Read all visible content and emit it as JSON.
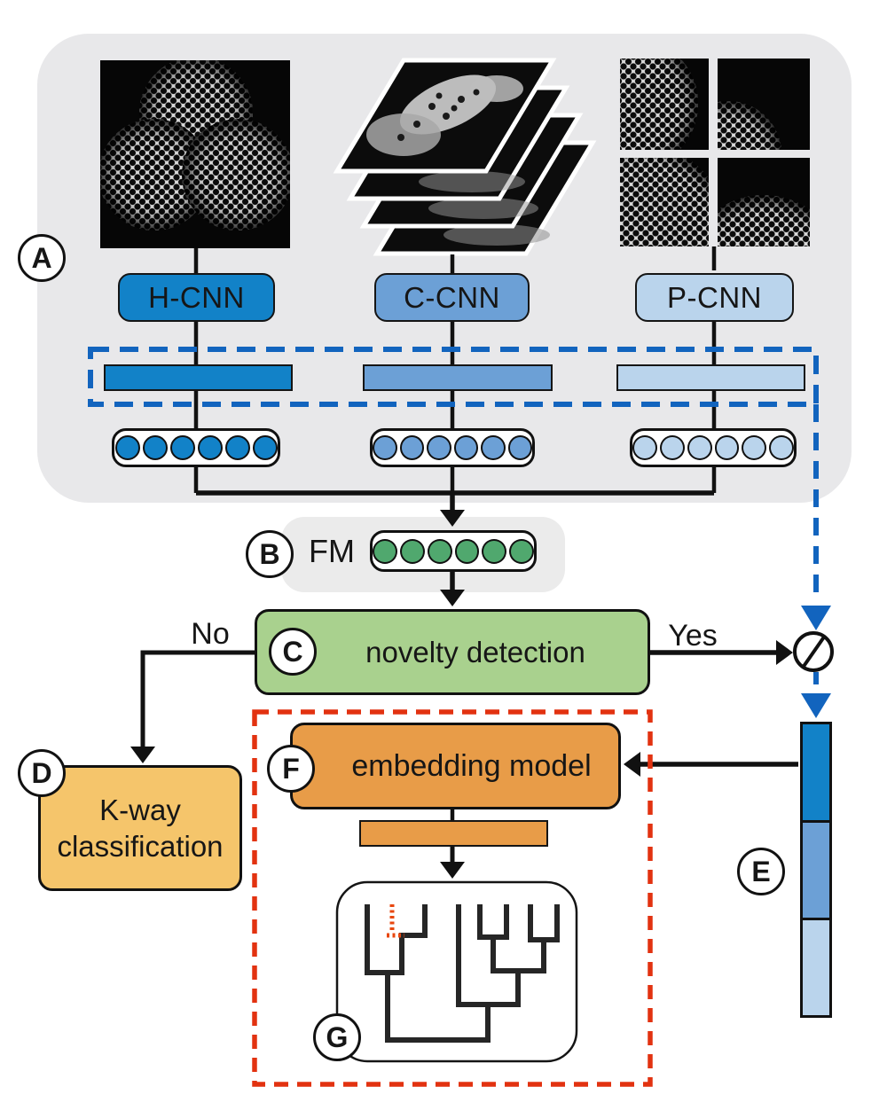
{
  "diagram": {
    "module_labels": {
      "a": "A",
      "b": "B",
      "c": "C",
      "d": "D",
      "e": "E",
      "f": "F",
      "g": "G"
    },
    "branches": [
      {
        "name": "hologram",
        "cnn_label": "H-CNN",
        "color": "#1282c8",
        "feature_dots": 6
      },
      {
        "name": "cross-sections",
        "cnn_label": "C-CNN",
        "color": "#6ca0d6",
        "feature_dots": 6
      },
      {
        "name": "patches",
        "cnn_label": "P-CNN",
        "color": "#bad4ec",
        "feature_dots": 6
      }
    ],
    "fusion": {
      "label": "FM",
      "dots": 6,
      "dot_color": "#50a86e"
    },
    "novelty": {
      "text": "novelty detection",
      "no_label": "No",
      "yes_label": "Yes",
      "fill": "#a9d18e"
    },
    "kway": {
      "line1": "K-way",
      "line2": "classification",
      "fill": "#f5c56b"
    },
    "embedding": {
      "text": "embedding model",
      "fill": "#e89c48"
    },
    "colors": {
      "panel_bg": "#e8e8ea",
      "fusion_bg": "#ebebeb",
      "dashed_blue": "#1264be",
      "dashed_red": "#e23210",
      "tree_line": "#262626",
      "line_black": "#111111"
    }
  }
}
